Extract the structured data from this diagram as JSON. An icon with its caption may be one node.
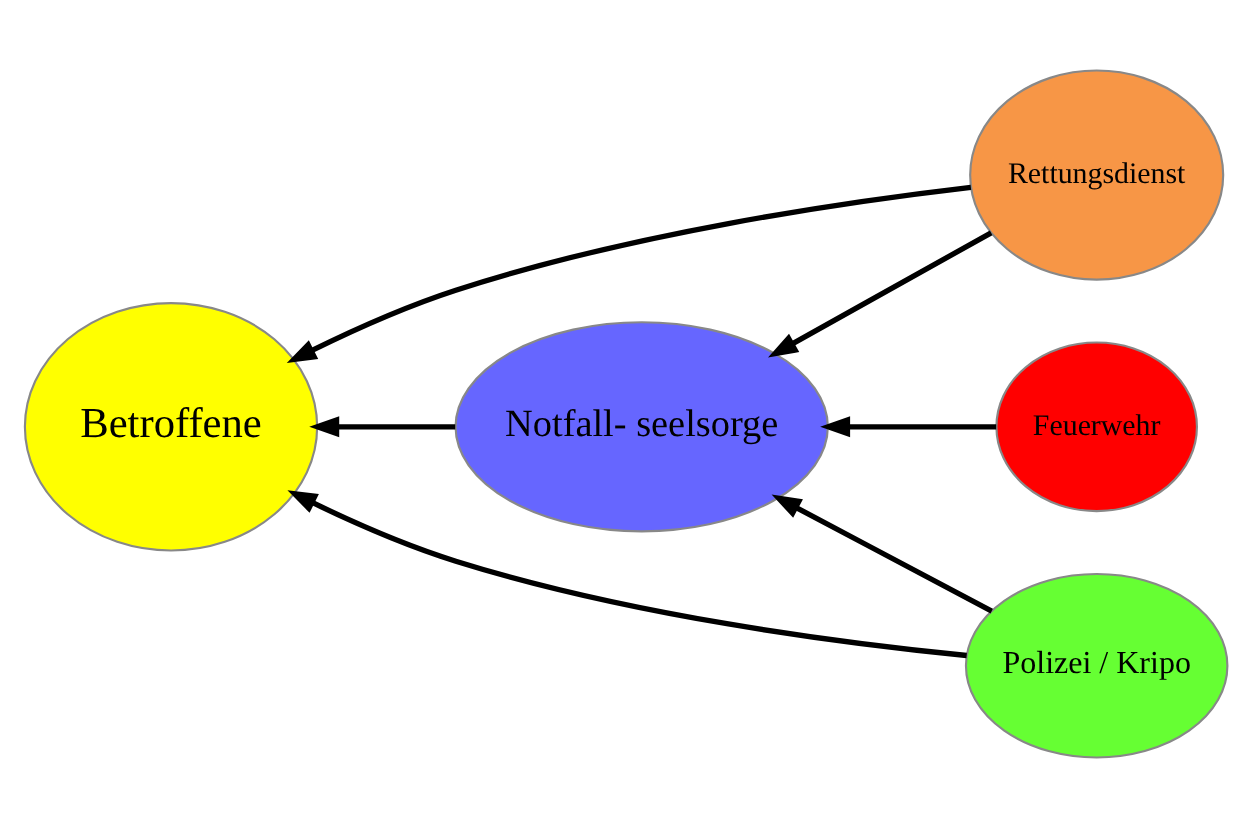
{
  "diagram": {
    "nodes": [
      {
        "text": [
          "Betroffene"
        ]
      },
      {
        "text": [
          "Notfall- seelsorge"
        ]
      },
      {
        "text": [
          "Rettungsdienst"
        ]
      },
      {
        "text": [
          "Feuerwehr"
        ]
      },
      {
        "text": [
          "Polizei / Kripo"
        ]
      }
    ],
    "edges": [
      {
        "from": 2,
        "to": 0,
        "arrow": "to"
      },
      {
        "from": 2,
        "to": 1,
        "arrow": "to"
      },
      {
        "from": 3,
        "to": 1,
        "arrow": "to"
      },
      {
        "from": 1,
        "to": 0,
        "arrow": "to"
      },
      {
        "from": 4,
        "to": 0,
        "arrow": "to"
      },
      {
        "from": 4,
        "to": 1,
        "arrow": "to"
      }
    ]
  }
}
